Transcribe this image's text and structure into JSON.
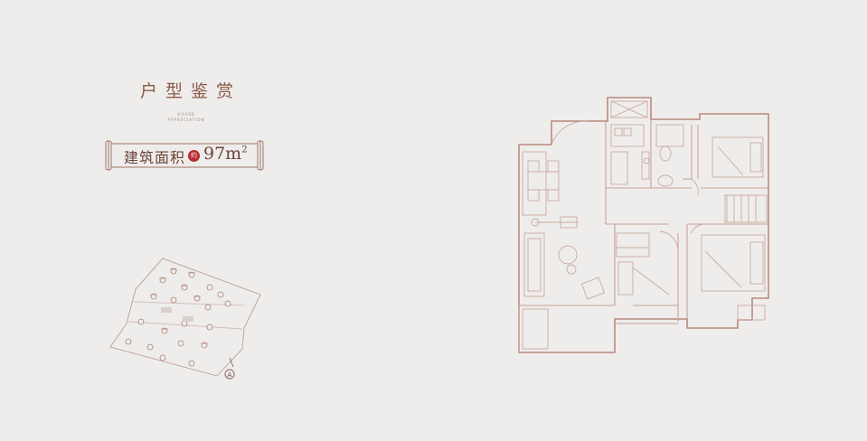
{
  "title": "户型鉴赏",
  "subtitle": "HOUSE APPRECIATION",
  "area": {
    "label": "建筑面积",
    "prefix": "约",
    "value": "97m",
    "unit_sup": "2"
  },
  "siteplan": {
    "north_label": "A"
  },
  "colors": {
    "background": "#efedec",
    "line": "#b88a7c",
    "accent": "#b8282d",
    "text": "#6a4436"
  }
}
